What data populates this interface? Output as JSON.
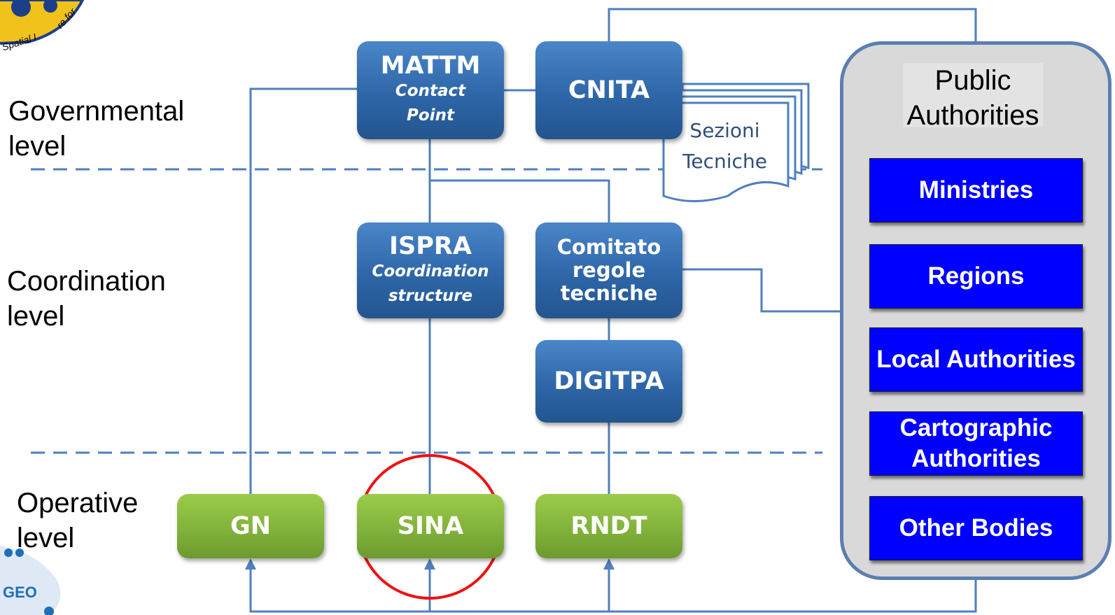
{
  "levels": {
    "governmental": "Governmental\nlevel",
    "coordination": "Coordination\nlevel",
    "operative": "Operative\nlevel"
  },
  "nodes": {
    "mattm": {
      "title": "MATTM",
      "sub": "Contact\nPoint"
    },
    "cnita": {
      "title": "CNITA"
    },
    "sezioni": "Sezioni\nTecniche",
    "ispra": {
      "title": "ISPRA",
      "sub": "Coordination\nstructure"
    },
    "comitato": {
      "title": "Comitato\nregole\ntecniche"
    },
    "digitpa": {
      "title": "DIGITPA"
    },
    "gn": {
      "title": "GN"
    },
    "sina": {
      "title": "SINA"
    },
    "rndt": {
      "title": "RNDT"
    }
  },
  "public_authorities": {
    "title": "Public\nAuthorities",
    "items": [
      "Ministries",
      "Regions",
      "Local Authorities",
      "Cartographic\nAuthorities",
      "Other Bodies"
    ]
  },
  "logo_text": "Spatial I",
  "logo_text2": "re for",
  "geo_text": "GEO",
  "colors": {
    "connector": "#4f7fbf",
    "dashed": "#4f7fbf",
    "highlight_circle": "#ee1111",
    "authority_box": "#0000ff"
  }
}
